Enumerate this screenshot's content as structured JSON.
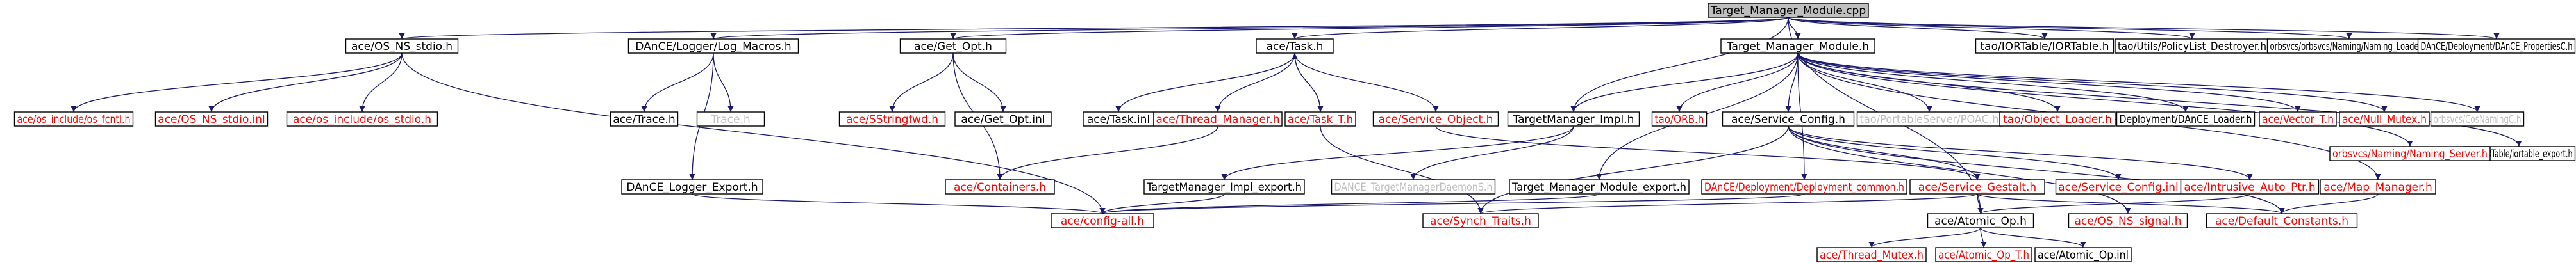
{
  "graph": {
    "nodes": {
      "root": {
        "label": "Target_Manager_Module.cpp",
        "color": "#000000"
      },
      "n_stdio_h": {
        "label": "ace/OS_NS_stdio.h",
        "color": "#000000"
      },
      "n_logmac": {
        "label": "DAnCE/Logger/Log_Macros.h",
        "color": "#000000"
      },
      "n_getopt": {
        "label": "ace/Get_Opt.h",
        "color": "#000000"
      },
      "n_task": {
        "label": "ace/Task.h",
        "color": "#000000"
      },
      "n_tmm_h": {
        "label": "Target_Manager_Module.h",
        "color": "#000000"
      },
      "n_iortable": {
        "label": "tao/IORTable/IORTable.h",
        "color": "#000000"
      },
      "n_policy": {
        "label": "tao/Utils/PolicyList_Destroyer.h",
        "color": "#000000"
      },
      "n_naming": {
        "label": "orbsvcs/orbsvcs/Naming/Naming_Loader.h",
        "color": "#000000"
      },
      "n_props": {
        "label": "DAnCE/Deployment/DAnCE_PropertiesC.h",
        "color": "#000000"
      },
      "n_fcntl": {
        "label": "ace/os_include/os_fcntl.h",
        "color": "#ff0000"
      },
      "n_stdio_inl": {
        "label": "ace/OS_NS_stdio.inl",
        "color": "#ff0000"
      },
      "n_os_stdio": {
        "label": "ace/os_include/os_stdio.h",
        "color": "#ff0000"
      },
      "n_trace1": {
        "label": "ace/Trace.h",
        "color": "#000000"
      },
      "n_trace2": {
        "label": "Trace.h",
        "color": "#bfbfbf"
      },
      "n_sstring": {
        "label": "ace/SStringfwd.h",
        "color": "#ff0000"
      },
      "n_getopt_inl": {
        "label": "ace/Get_Opt.inl",
        "color": "#000000"
      },
      "n_task_inl": {
        "label": "ace/Task.inl",
        "color": "#000000"
      },
      "n_thrmgr": {
        "label": "ace/Thread_Manager.h",
        "color": "#ff0000"
      },
      "n_task_t": {
        "label": "ace/Task_T.h",
        "color": "#ff0000"
      },
      "n_svcobj": {
        "label": "ace/Service_Object.h",
        "color": "#ff0000"
      },
      "n_tmimpl": {
        "label": "TargetManager_Impl.h",
        "color": "#000000"
      },
      "n_orb": {
        "label": "tao/ORB.h",
        "color": "#ff0000"
      },
      "n_svccfg": {
        "label": "ace/Service_Config.h",
        "color": "#000000"
      },
      "n_poa": {
        "label": "tao/PortableServer/POAC.h",
        "color": "#bfbfbf"
      },
      "n_objload": {
        "label": "tao/Object_Loader.h",
        "color": "#ff0000"
      },
      "n_dload": {
        "label": "Deployment/DAnCE_Loader.h",
        "color": "#000000"
      },
      "n_vector": {
        "label": "ace/Vector_T.h",
        "color": "#ff0000"
      },
      "n_nullmtx": {
        "label": "ace/Null_Mutex.h",
        "color": "#ff0000"
      },
      "n_cosnam": {
        "label": "orbsvcs/CosNamingC.h",
        "color": "#bfbfbf"
      },
      "n_iorexp": {
        "label": "tao/IORTable/iortable_export.h",
        "color": "#000000"
      },
      "n_nameserv": {
        "label": "orbsvcs/Naming/Naming_Server.h",
        "color": "#ff0000"
      },
      "n_logexp": {
        "label": "DAnCE_Logger_Export.h",
        "color": "#000000"
      },
      "n_contain": {
        "label": "ace/Containers.h",
        "color": "#ff0000"
      },
      "n_tmimpl_exp": {
        "label": "TargetManager_Impl_export.h",
        "color": "#000000"
      },
      "n_daemon": {
        "label": "DANCE_TargetManagerDaemonS.h",
        "color": "#bfbfbf"
      },
      "n_tmm_exp": {
        "label": "Target_Manager_Module_export.h",
        "color": "#000000"
      },
      "n_depcommon": {
        "label": "DAnCE/Deployment/Deployment_common.h",
        "color": "#ff0000"
      },
      "n_svcgest": {
        "label": "ace/Service_Gestalt.h",
        "color": "#ff0000"
      },
      "n_svccfg_inl": {
        "label": "ace/Service_Config.inl",
        "color": "#ff0000"
      },
      "n_intrus": {
        "label": "ace/Intrusive_Auto_Ptr.h",
        "color": "#ff0000"
      },
      "n_mapmgr": {
        "label": "ace/Map_Manager.h",
        "color": "#ff0000"
      },
      "n_configall": {
        "label": "ace/config-all.h",
        "color": "#ff0000"
      },
      "n_synch": {
        "label": "ace/Synch_Traits.h",
        "color": "#ff0000"
      },
      "n_atomic": {
        "label": "ace/Atomic_Op.h",
        "color": "#000000"
      },
      "n_ossignal": {
        "label": "ace/OS_NS_signal.h",
        "color": "#ff0000"
      },
      "n_defconst": {
        "label": "ace/Default_Constants.h",
        "color": "#ff0000"
      },
      "n_thrmtx": {
        "label": "ace/Thread_Mutex.h",
        "color": "#ff0000"
      },
      "n_atomic_t": {
        "label": "ace/Atomic_Op_T.h",
        "color": "#ff0000"
      },
      "n_atomic_inl": {
        "label": "ace/Atomic_Op.inl",
        "color": "#000000"
      }
    },
    "edges": [
      [
        "root",
        "n_stdio_h"
      ],
      [
        "root",
        "n_logmac"
      ],
      [
        "root",
        "n_getopt"
      ],
      [
        "root",
        "n_task"
      ],
      [
        "root",
        "n_tmm_h"
      ],
      [
        "root",
        "n_iortable"
      ],
      [
        "root",
        "n_policy"
      ],
      [
        "root",
        "n_naming"
      ],
      [
        "root",
        "n_props"
      ],
      [
        "root",
        "n_tmimpl"
      ],
      [
        "root",
        "n_atomic"
      ],
      [
        "n_stdio_h",
        "n_fcntl"
      ],
      [
        "n_stdio_h",
        "n_stdio_inl"
      ],
      [
        "n_stdio_h",
        "n_os_stdio"
      ],
      [
        "n_stdio_h",
        "n_configall"
      ],
      [
        "n_logmac",
        "n_trace1"
      ],
      [
        "n_logmac",
        "n_trace2"
      ],
      [
        "n_logmac",
        "n_logexp"
      ],
      [
        "n_getopt",
        "n_sstring"
      ],
      [
        "n_getopt",
        "n_getopt_inl"
      ],
      [
        "n_getopt",
        "n_contain"
      ],
      [
        "n_task",
        "n_task_inl"
      ],
      [
        "n_task",
        "n_thrmgr"
      ],
      [
        "n_task",
        "n_task_t"
      ],
      [
        "n_task",
        "n_svcobj"
      ],
      [
        "n_task_t",
        "n_task"
      ],
      [
        "n_task_t",
        "n_synch"
      ],
      [
        "n_thrmgr",
        "n_contain"
      ],
      [
        "n_tmm_h",
        "n_tmimpl"
      ],
      [
        "n_tmm_h",
        "n_orb"
      ],
      [
        "n_tmm_h",
        "n_svccfg"
      ],
      [
        "n_tmm_h",
        "n_poa"
      ],
      [
        "n_tmm_h",
        "n_objload"
      ],
      [
        "n_tmm_h",
        "n_dload"
      ],
      [
        "n_tmm_h",
        "n_vector"
      ],
      [
        "n_tmm_h",
        "n_nullmtx"
      ],
      [
        "n_tmm_h",
        "n_cosnam"
      ],
      [
        "n_tmm_h",
        "n_iorexp"
      ],
      [
        "n_tmm_h",
        "n_nameserv"
      ],
      [
        "n_tmm_h",
        "n_tmm_exp"
      ],
      [
        "n_tmm_h",
        "n_depcommon"
      ],
      [
        "n_tmm_h",
        "n_mapmgr"
      ],
      [
        "n_tmimpl",
        "n_tmimpl_exp"
      ],
      [
        "n_tmimpl",
        "n_daemon"
      ],
      [
        "n_svcobj",
        "n_svcgest"
      ],
      [
        "n_svccfg",
        "n_svcgest"
      ],
      [
        "n_svccfg",
        "n_svccfg_inl"
      ],
      [
        "n_svccfg",
        "n_intrus"
      ],
      [
        "n_svccfg",
        "n_synch"
      ],
      [
        "n_svccfg",
        "n_ossignal"
      ],
      [
        "n_svccfg",
        "n_defconst"
      ],
      [
        "n_logexp",
        "n_configall"
      ],
      [
        "n_tmimpl_exp",
        "n_configall"
      ],
      [
        "n_tmm_exp",
        "n_configall"
      ],
      [
        "n_depcommon",
        "n_configall"
      ],
      [
        "n_svcgest",
        "n_synch"
      ],
      [
        "n_svcgest",
        "n_atomic"
      ],
      [
        "n_svcgest",
        "n_defconst"
      ],
      [
        "n_mapmgr",
        "n_defconst"
      ],
      [
        "n_intrus",
        "n_atomic"
      ],
      [
        "n_atomic",
        "n_thrmtx"
      ],
      [
        "n_atomic",
        "n_atomic_t"
      ],
      [
        "n_atomic",
        "n_atomic_inl"
      ]
    ]
  }
}
